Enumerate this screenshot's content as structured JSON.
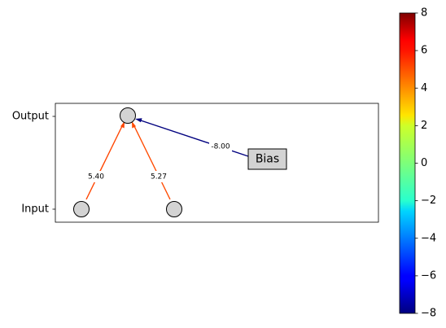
{
  "diagram": {
    "layers": [
      {
        "id": "output",
        "label": "Output"
      },
      {
        "id": "input",
        "label": "Input"
      }
    ],
    "nodes": [
      {
        "id": "in1",
        "layer": "input"
      },
      {
        "id": "in2",
        "layer": "input"
      },
      {
        "id": "out1",
        "layer": "output"
      }
    ],
    "edges": [
      {
        "from": "in1",
        "to": "out1",
        "weight": 5.4,
        "label": "5.40",
        "color": "#ff4500"
      },
      {
        "from": "in2",
        "to": "out1",
        "weight": 5.27,
        "label": "5.27",
        "color": "#ff4a00"
      },
      {
        "from": "bias",
        "to": "out1",
        "weight": -8.0,
        "label": "-8.00",
        "color": "#00007f"
      }
    ],
    "bias": {
      "label": "Bias",
      "fill": "#d3d3d3"
    },
    "node_fill": "#d3d3d3"
  },
  "colorbar": {
    "colormap": "jet",
    "min": -8,
    "max": 8,
    "ticks": [
      {
        "value": 8,
        "label": "8"
      },
      {
        "value": 6,
        "label": "6"
      },
      {
        "value": 4,
        "label": "4"
      },
      {
        "value": 2,
        "label": "2"
      },
      {
        "value": 0,
        "label": "0"
      },
      {
        "value": -2,
        "label": "−2"
      },
      {
        "value": -4,
        "label": "−4"
      },
      {
        "value": -6,
        "label": "−6"
      },
      {
        "value": -8,
        "label": "−8"
      }
    ]
  }
}
